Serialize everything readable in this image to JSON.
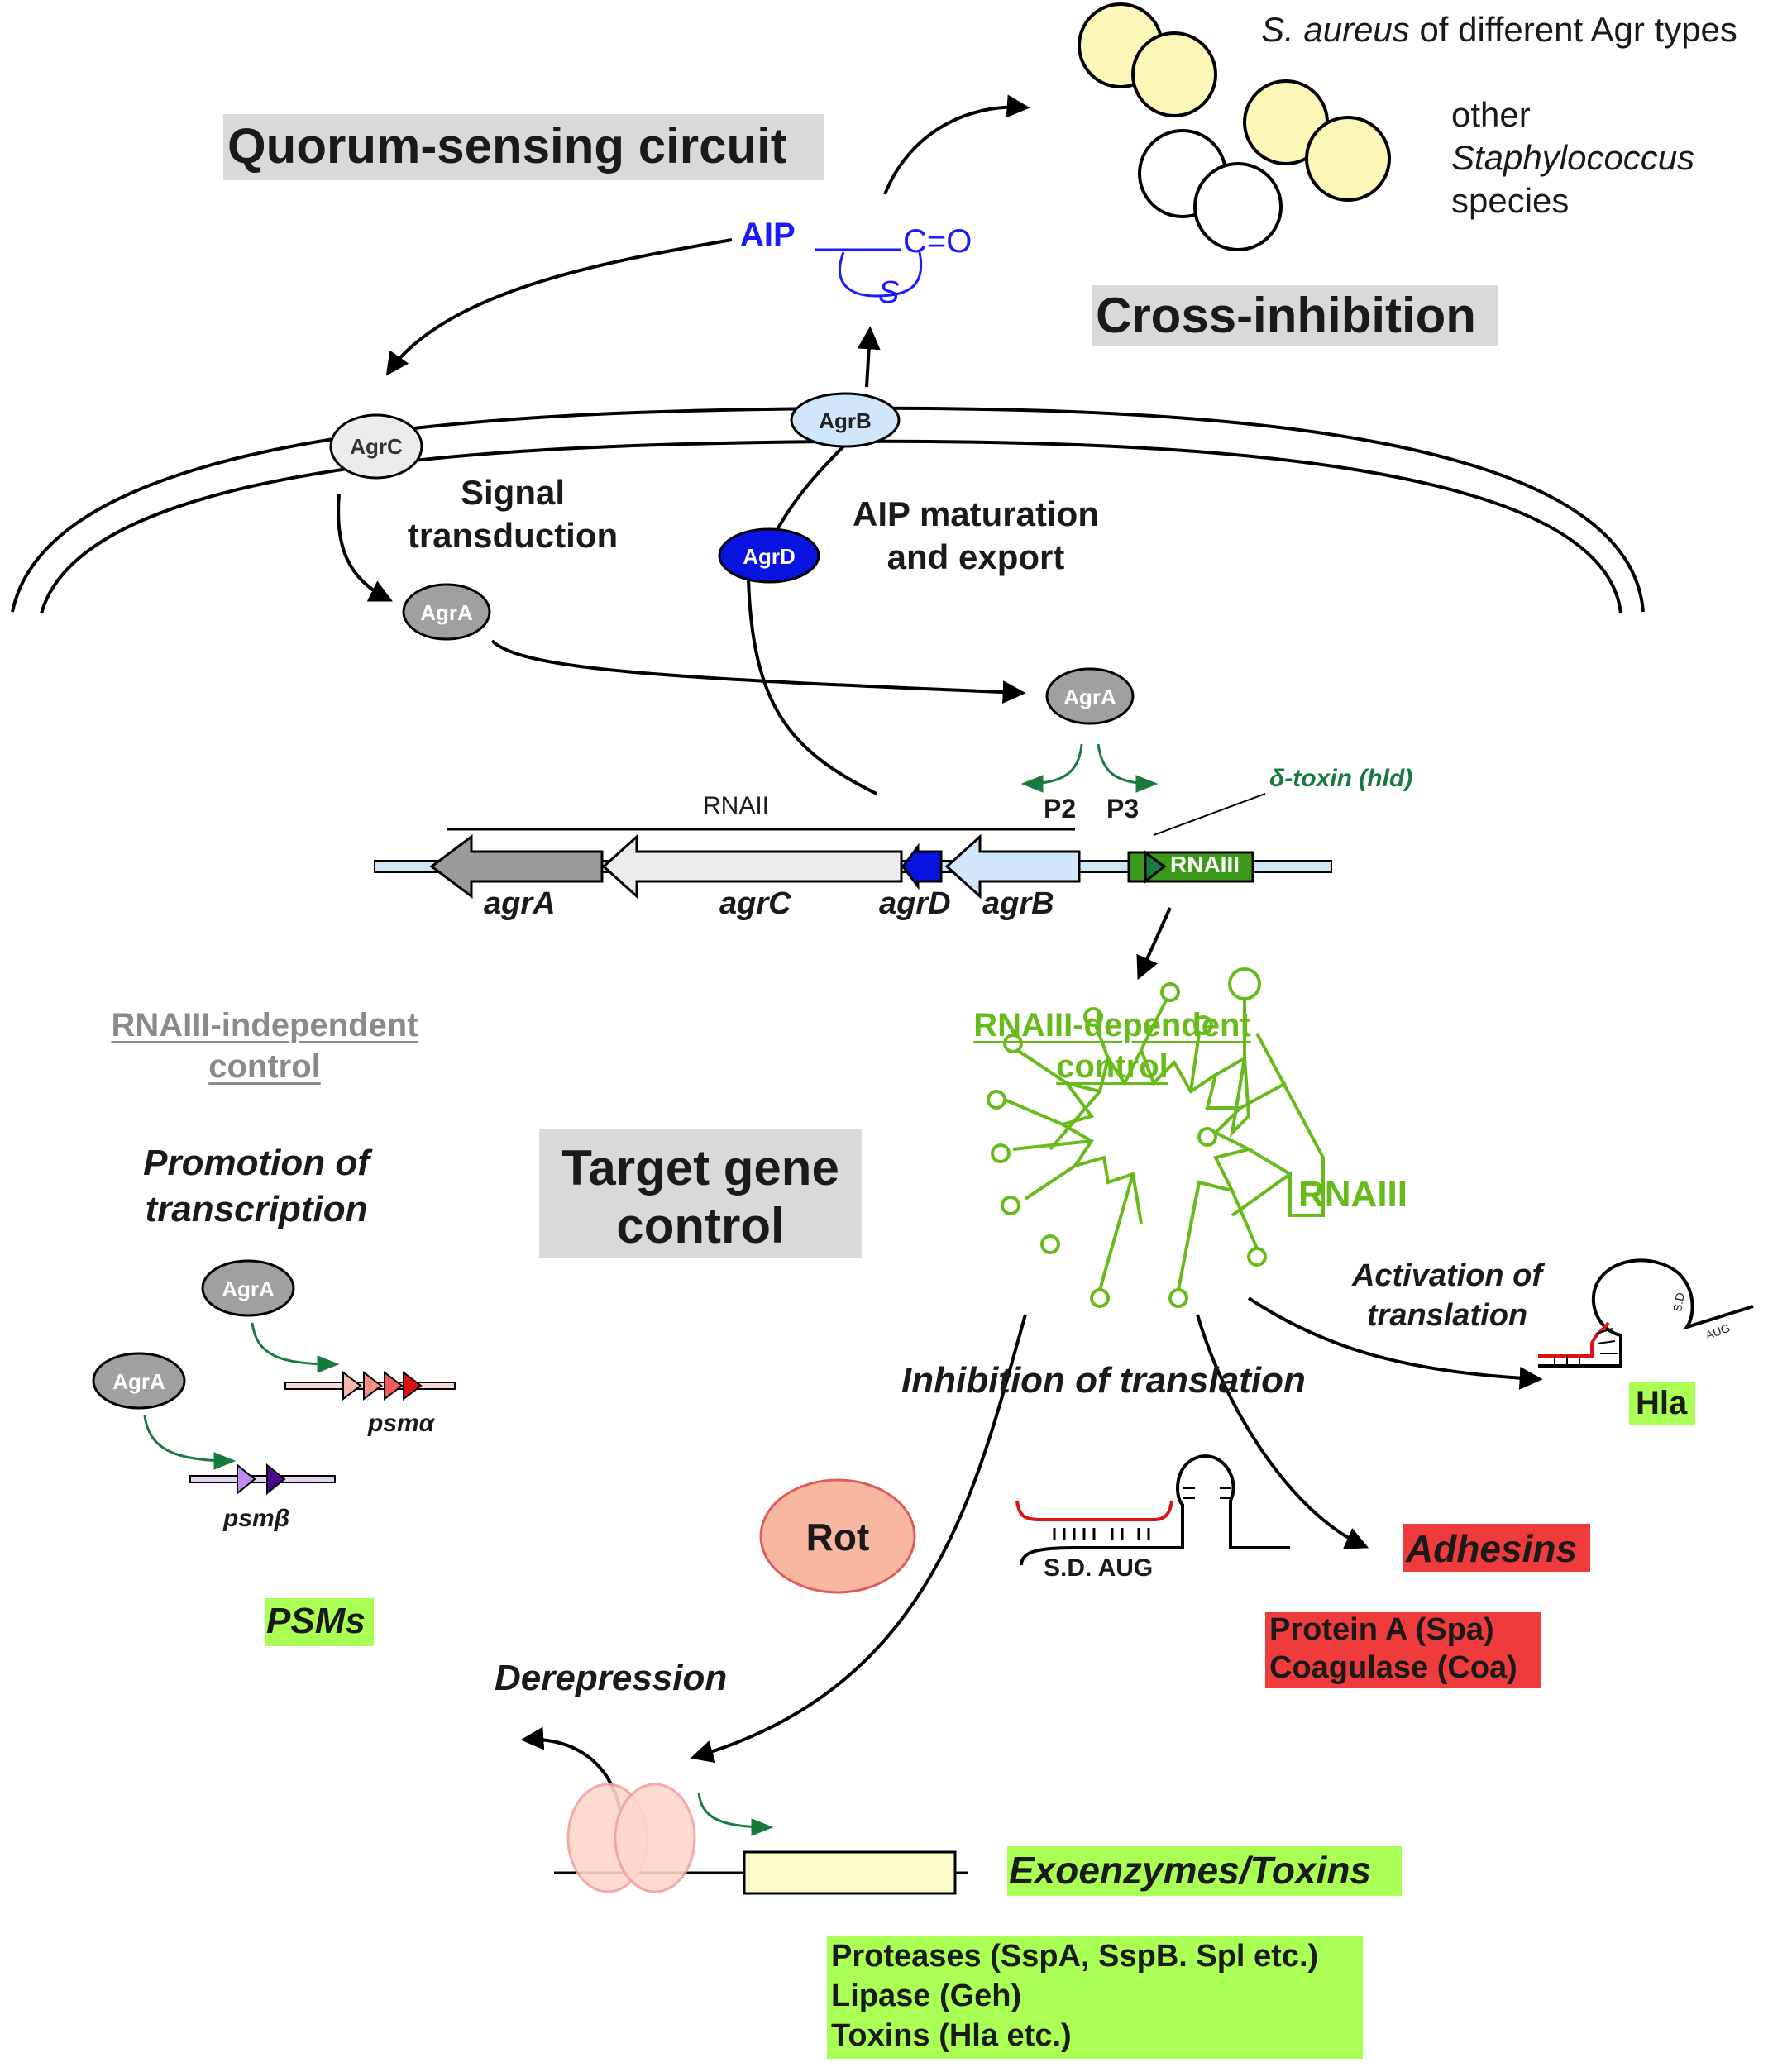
{
  "headers": {
    "quorum": "Quorum-sensing circuit",
    "cross_inhibition": "Cross-inhibition",
    "target_gene_control": [
      "Target gene",
      "control"
    ]
  },
  "top_right": {
    "s_aureus_species": "S. aureus",
    "s_aureus_rest": "of different Agr types",
    "other_lines": [
      "other",
      "Staphylococcus",
      "species"
    ]
  },
  "aip": {
    "label": "AIP",
    "co": "C=O",
    "s": "S"
  },
  "proteins": {
    "agrc": "AgrC",
    "agrb": "AgrB",
    "agrd": "AgrD",
    "agra_membrane": "AgrA",
    "agra_operon": "AgrA",
    "agra_psm_alpha": "AgrA",
    "agra_psm_beta": "AgrA"
  },
  "process_labels": {
    "signal_transduction": [
      "Signal",
      "transduction"
    ],
    "aip_maturation": [
      "AIP maturation",
      "and export"
    ]
  },
  "operon": {
    "rnaii": "RNAII",
    "p2": "P2",
    "p3": "P3",
    "delta_toxin": "δ-toxin (hld)",
    "rnaiii_box": "RNAIII",
    "genes": [
      "agrA",
      "agrC",
      "agrD",
      "agrB"
    ]
  },
  "control": {
    "independent": [
      "RNAIII-independent",
      "control"
    ],
    "dependent": [
      "RNAIII-dependent",
      "control"
    ],
    "rnaiii": "RNAIII"
  },
  "psm": {
    "promotion": [
      "Promotion of",
      "transcription"
    ],
    "alpha": "psmα",
    "beta": "psmβ",
    "psms": "PSMs"
  },
  "translation": {
    "activation": [
      "Activation of",
      "translation"
    ],
    "hla": "Hla",
    "inhibition": "Inhibition of translation",
    "sd_aug_hla": [
      "S.D.",
      "AUG"
    ],
    "sd_aug": "S.D. AUG"
  },
  "targets": {
    "rot": "Rot",
    "adhesins": "Adhesins",
    "adhesin_list": [
      "Protein A (Spa)",
      "Coagulase (Coa)"
    ],
    "derepression": "Derepression",
    "exoenzymes": "Exoenzymes/Toxins",
    "exo_list": [
      "Proteases (SspA, SspB. Spl etc.)",
      "Lipase (Geh)",
      "Toxins (Hla etc.)"
    ]
  },
  "colors": {
    "aip_blue": "#1a1aff",
    "agrd_blue": "#0a14e0",
    "agrb_light": "#cfe6fb",
    "rnaiii_green": "#66bb1a",
    "promoter_green": "#187a3e",
    "highlight_green": "#aaff55",
    "highlight_red": "#ef3b3b",
    "rot_fill": "#f8b7a0",
    "cell_yellow": "#fbf7b9"
  }
}
